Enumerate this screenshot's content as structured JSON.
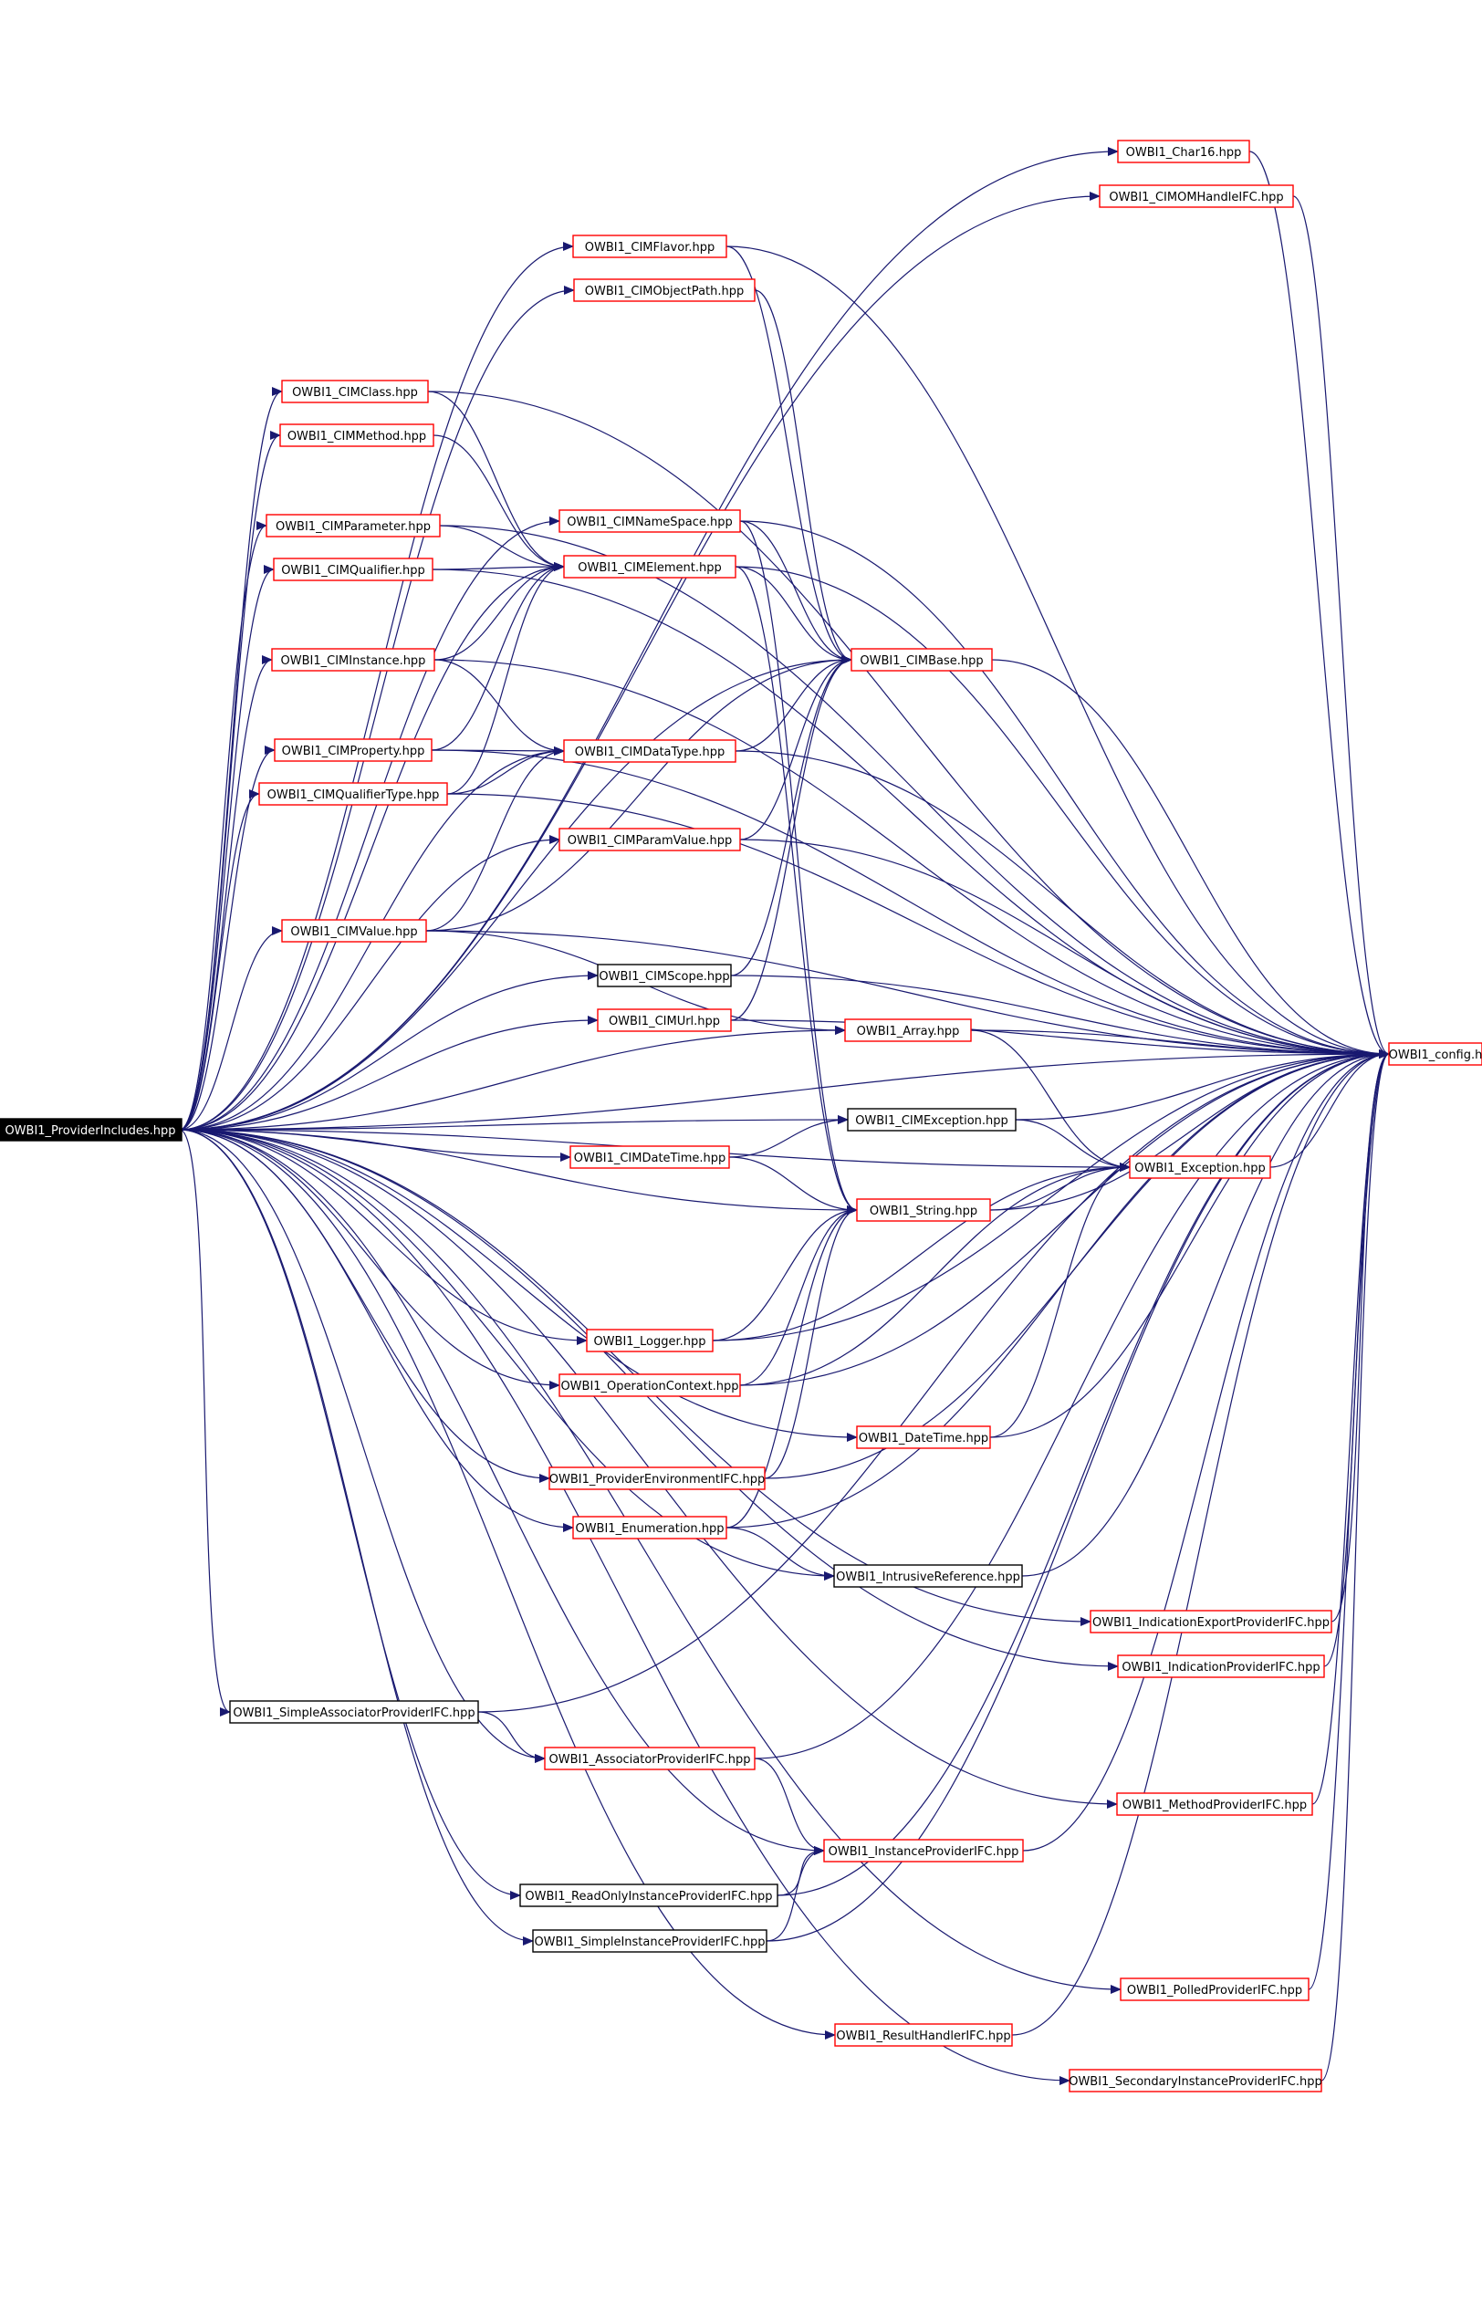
{
  "graph": {
    "colors": {
      "edge": "#191970",
      "border_red": "#ff0000",
      "border_black": "#000000",
      "root_fill": "#000000",
      "root_text": "#ffffff",
      "node_fill": "#ffffff",
      "node_text": "#000000"
    },
    "nodes": [
      {
        "id": "root",
        "label": "OWBI1_ProviderIncludes.hpp",
        "style": "root"
      },
      {
        "id": "char16",
        "label": "OWBI1_Char16.hpp",
        "style": "red"
      },
      {
        "id": "cimomhandle",
        "label": "OWBI1_CIMOMHandleIFC.hpp",
        "style": "red"
      },
      {
        "id": "cimflavor",
        "label": "OWBI1_CIMFlavor.hpp",
        "style": "red"
      },
      {
        "id": "cimobjectpath",
        "label": "OWBI1_CIMObjectPath.hpp",
        "style": "red"
      },
      {
        "id": "cimclass",
        "label": "OWBI1_CIMClass.hpp",
        "style": "red"
      },
      {
        "id": "cimmethod",
        "label": "OWBI1_CIMMethod.hpp",
        "style": "red"
      },
      {
        "id": "cimnamespace",
        "label": "OWBI1_CIMNameSpace.hpp",
        "style": "red"
      },
      {
        "id": "cimparameter",
        "label": "OWBI1_CIMParameter.hpp",
        "style": "red"
      },
      {
        "id": "cimelement",
        "label": "OWBI1_CIMElement.hpp",
        "style": "red"
      },
      {
        "id": "cimqualifier",
        "label": "OWBI1_CIMQualifier.hpp",
        "style": "red"
      },
      {
        "id": "ciminstance",
        "label": "OWBI1_CIMInstance.hpp",
        "style": "red"
      },
      {
        "id": "cimbase",
        "label": "OWBI1_CIMBase.hpp",
        "style": "red"
      },
      {
        "id": "cimproperty",
        "label": "OWBI1_CIMProperty.hpp",
        "style": "red"
      },
      {
        "id": "cimdatatype",
        "label": "OWBI1_CIMDataType.hpp",
        "style": "red"
      },
      {
        "id": "cimqualifiertype",
        "label": "OWBI1_CIMQualifierType.hpp",
        "style": "red"
      },
      {
        "id": "cimparamvalue",
        "label": "OWBI1_CIMParamValue.hpp",
        "style": "red"
      },
      {
        "id": "cimvalue",
        "label": "OWBI1_CIMValue.hpp",
        "style": "red"
      },
      {
        "id": "cimscope",
        "label": "OWBI1_CIMScope.hpp",
        "style": "black"
      },
      {
        "id": "cimurl",
        "label": "OWBI1_CIMUrl.hpp",
        "style": "red"
      },
      {
        "id": "array",
        "label": "OWBI1_Array.hpp",
        "style": "red"
      },
      {
        "id": "config",
        "label": "OWBI1_config.h",
        "style": "red"
      },
      {
        "id": "cimexception",
        "label": "OWBI1_CIMException.hpp",
        "style": "black"
      },
      {
        "id": "cimdatetime",
        "label": "OWBI1_CIMDateTime.hpp",
        "style": "red"
      },
      {
        "id": "exception",
        "label": "OWBI1_Exception.hpp",
        "style": "red"
      },
      {
        "id": "string",
        "label": "OWBI1_String.hpp",
        "style": "red"
      },
      {
        "id": "logger",
        "label": "OWBI1_Logger.hpp",
        "style": "red"
      },
      {
        "id": "opcontext",
        "label": "OWBI1_OperationContext.hpp",
        "style": "red"
      },
      {
        "id": "datetime",
        "label": "OWBI1_DateTime.hpp",
        "style": "red"
      },
      {
        "id": "provenv",
        "label": "OWBI1_ProviderEnvironmentIFC.hpp",
        "style": "red"
      },
      {
        "id": "enumeration",
        "label": "OWBI1_Enumeration.hpp",
        "style": "red"
      },
      {
        "id": "intrusiveref",
        "label": "OWBI1_IntrusiveReference.hpp",
        "style": "black"
      },
      {
        "id": "indexport",
        "label": "OWBI1_IndicationExportProviderIFC.hpp",
        "style": "red"
      },
      {
        "id": "indprov",
        "label": "OWBI1_IndicationProviderIFC.hpp",
        "style": "red"
      },
      {
        "id": "simpleassoc",
        "label": "OWBI1_SimpleAssociatorProviderIFC.hpp",
        "style": "black"
      },
      {
        "id": "assocprov",
        "label": "OWBI1_AssociatorProviderIFC.hpp",
        "style": "red"
      },
      {
        "id": "methodprov",
        "label": "OWBI1_MethodProviderIFC.hpp",
        "style": "red"
      },
      {
        "id": "instprov",
        "label": "OWBI1_InstanceProviderIFC.hpp",
        "style": "red"
      },
      {
        "id": "readonlyinst",
        "label": "OWBI1_ReadOnlyInstanceProviderIFC.hpp",
        "style": "black"
      },
      {
        "id": "simpleinst",
        "label": "OWBI1_SimpleInstanceProviderIFC.hpp",
        "style": "black"
      },
      {
        "id": "polledprov",
        "label": "OWBI1_PolledProviderIFC.hpp",
        "style": "red"
      },
      {
        "id": "resulthandler",
        "label": "OWBI1_ResultHandlerIFC.hpp",
        "style": "red"
      },
      {
        "id": "secondaryinst",
        "label": "OWBI1_SecondaryInstanceProviderIFC.hpp",
        "style": "red"
      }
    ],
    "edges": [
      [
        "root",
        "char16"
      ],
      [
        "root",
        "cimomhandle"
      ],
      [
        "root",
        "cimflavor"
      ],
      [
        "root",
        "cimobjectpath"
      ],
      [
        "root",
        "cimclass"
      ],
      [
        "root",
        "cimmethod"
      ],
      [
        "root",
        "cimnamespace"
      ],
      [
        "root",
        "cimparameter"
      ],
      [
        "root",
        "cimelement"
      ],
      [
        "root",
        "cimqualifier"
      ],
      [
        "root",
        "ciminstance"
      ],
      [
        "root",
        "cimbase"
      ],
      [
        "root",
        "cimproperty"
      ],
      [
        "root",
        "cimdatatype"
      ],
      [
        "root",
        "cimqualifiertype"
      ],
      [
        "root",
        "cimparamvalue"
      ],
      [
        "root",
        "cimvalue"
      ],
      [
        "root",
        "cimscope"
      ],
      [
        "root",
        "cimurl"
      ],
      [
        "root",
        "array"
      ],
      [
        "root",
        "config"
      ],
      [
        "root",
        "cimexception"
      ],
      [
        "root",
        "cimdatetime"
      ],
      [
        "root",
        "exception"
      ],
      [
        "root",
        "string"
      ],
      [
        "root",
        "logger"
      ],
      [
        "root",
        "opcontext"
      ],
      [
        "root",
        "datetime"
      ],
      [
        "root",
        "provenv"
      ],
      [
        "root",
        "enumeration"
      ],
      [
        "root",
        "intrusiveref"
      ],
      [
        "root",
        "indexport"
      ],
      [
        "root",
        "indprov"
      ],
      [
        "root",
        "simpleassoc"
      ],
      [
        "root",
        "assocprov"
      ],
      [
        "root",
        "methodprov"
      ],
      [
        "root",
        "instprov"
      ],
      [
        "root",
        "readonlyinst"
      ],
      [
        "root",
        "simpleinst"
      ],
      [
        "root",
        "polledprov"
      ],
      [
        "root",
        "resulthandler"
      ],
      [
        "root",
        "secondaryinst"
      ],
      [
        "char16",
        "config"
      ],
      [
        "cimomhandle",
        "config"
      ],
      [
        "cimflavor",
        "cimbase"
      ],
      [
        "cimflavor",
        "config"
      ],
      [
        "cimobjectpath",
        "cimbase"
      ],
      [
        "cimclass",
        "cimelement"
      ],
      [
        "cimclass",
        "config"
      ],
      [
        "cimmethod",
        "cimelement"
      ],
      [
        "cimparameter",
        "cimelement"
      ],
      [
        "cimparameter",
        "config"
      ],
      [
        "cimqualifier",
        "cimelement"
      ],
      [
        "cimqualifier",
        "config"
      ],
      [
        "cimnamespace",
        "cimbase"
      ],
      [
        "cimnamespace",
        "string"
      ],
      [
        "cimnamespace",
        "config"
      ],
      [
        "cimelement",
        "cimbase"
      ],
      [
        "cimelement",
        "string"
      ],
      [
        "cimelement",
        "config"
      ],
      [
        "ciminstance",
        "cimelement"
      ],
      [
        "ciminstance",
        "cimdatatype"
      ],
      [
        "ciminstance",
        "config"
      ],
      [
        "cimbase",
        "config"
      ],
      [
        "cimproperty",
        "cimelement"
      ],
      [
        "cimproperty",
        "cimdatatype"
      ],
      [
        "cimproperty",
        "config"
      ],
      [
        "cimqualifiertype",
        "cimelement"
      ],
      [
        "cimqualifiertype",
        "cimdatatype"
      ],
      [
        "cimqualifiertype",
        "config"
      ],
      [
        "cimdatatype",
        "cimbase"
      ],
      [
        "cimdatatype",
        "config"
      ],
      [
        "cimparamvalue",
        "cimbase"
      ],
      [
        "cimparamvalue",
        "config"
      ],
      [
        "cimvalue",
        "cimdatatype"
      ],
      [
        "cimvalue",
        "cimbase"
      ],
      [
        "cimvalue",
        "array"
      ],
      [
        "cimvalue",
        "config"
      ],
      [
        "cimscope",
        "cimbase"
      ],
      [
        "cimscope",
        "config"
      ],
      [
        "cimurl",
        "cimbase"
      ],
      [
        "cimurl",
        "config"
      ],
      [
        "array",
        "exception"
      ],
      [
        "array",
        "config"
      ],
      [
        "cimexception",
        "exception"
      ],
      [
        "cimexception",
        "config"
      ],
      [
        "cimdatetime",
        "cimexception"
      ],
      [
        "cimdatetime",
        "string"
      ],
      [
        "exception",
        "config"
      ],
      [
        "string",
        "exception"
      ],
      [
        "string",
        "config"
      ],
      [
        "logger",
        "string"
      ],
      [
        "logger",
        "exception"
      ],
      [
        "logger",
        "config"
      ],
      [
        "opcontext",
        "string"
      ],
      [
        "opcontext",
        "exception"
      ],
      [
        "opcontext",
        "config"
      ],
      [
        "datetime",
        "exception"
      ],
      [
        "datetime",
        "config"
      ],
      [
        "provenv",
        "string"
      ],
      [
        "provenv",
        "config"
      ],
      [
        "enumeration",
        "string"
      ],
      [
        "enumeration",
        "intrusiveref"
      ],
      [
        "enumeration",
        "config"
      ],
      [
        "intrusiveref",
        "config"
      ],
      [
        "indexport",
        "config"
      ],
      [
        "indprov",
        "config"
      ],
      [
        "simpleassoc",
        "assocprov"
      ],
      [
        "simpleassoc",
        "config"
      ],
      [
        "assocprov",
        "instprov"
      ],
      [
        "assocprov",
        "config"
      ],
      [
        "methodprov",
        "config"
      ],
      [
        "instprov",
        "config"
      ],
      [
        "readonlyinst",
        "instprov"
      ],
      [
        "readonlyinst",
        "config"
      ],
      [
        "simpleinst",
        "instprov"
      ],
      [
        "simpleinst",
        "config"
      ],
      [
        "polledprov",
        "config"
      ],
      [
        "resulthandler",
        "config"
      ],
      [
        "secondaryinst",
        "config"
      ]
    ]
  }
}
